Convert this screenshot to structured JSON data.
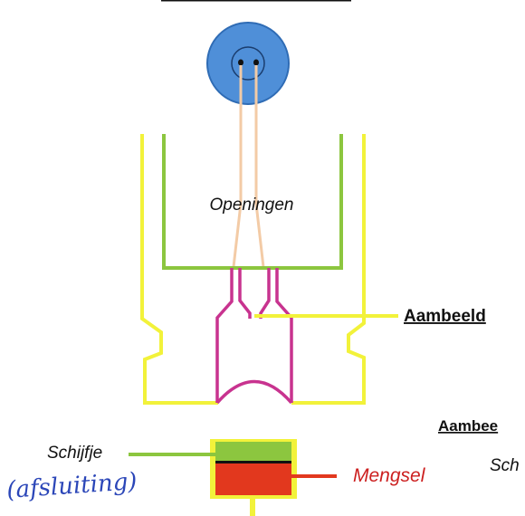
{
  "labels": {
    "openingen": "Openingen",
    "aambeeld": "Aambeeld",
    "aambeeld_cut": "Aambee",
    "schijfje": "Schijfje",
    "schijfje_cut": "Sch",
    "mengsel": "Mengsel",
    "handwritten_note": "(afsluiting)"
  },
  "colors": {
    "button": "#4f8fd8",
    "button_outline": "#2f6cb5",
    "openings_lines": "#f3cba6",
    "outer_body": "#f2f23a",
    "inner_cup": "#8cc63f",
    "anvil": "#c8338f",
    "disc": "#8cc63f",
    "mixture": "#e2381e",
    "mixture_label": "#cc1f1f",
    "handwriting": "#2b46b8",
    "text": "#111111"
  }
}
